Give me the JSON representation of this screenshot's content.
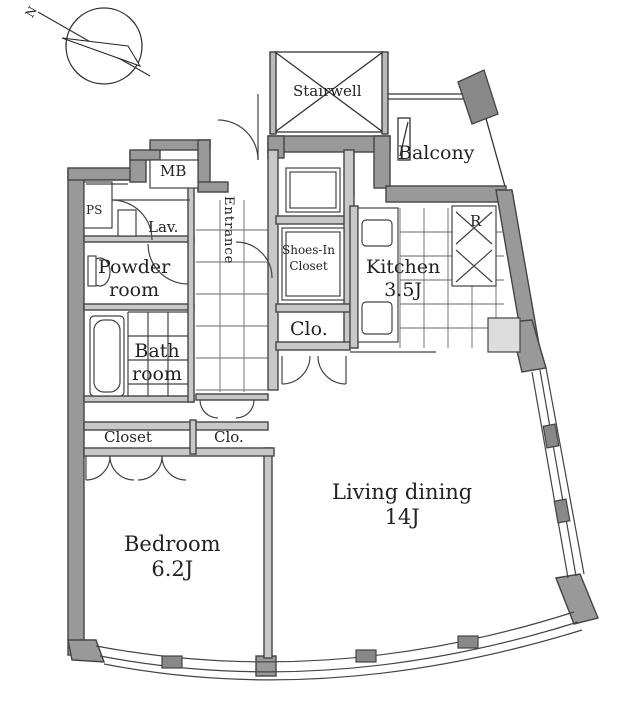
{
  "compass": {
    "north_label": "N"
  },
  "rooms": {
    "stairwell": "Stairwell",
    "balcony": "Balcony",
    "mb": "MB",
    "ps": "PS",
    "lav": "Lav.",
    "entrance": "Entrance",
    "powder_room": [
      "Powder",
      "room"
    ],
    "bathroom": [
      "Bath",
      "room"
    ],
    "closet": "Closet",
    "clo_hall": "Clo.",
    "shoes_in_closet": [
      "Shoes-In",
      "Closet"
    ],
    "clo_kitchen": "Clo.",
    "kitchen": [
      "Kitchen",
      "3.5J"
    ],
    "range_mark": "R",
    "living_dining": [
      "Living dining",
      "14J"
    ],
    "bedroom": [
      "Bedroom",
      "6.2J"
    ]
  }
}
